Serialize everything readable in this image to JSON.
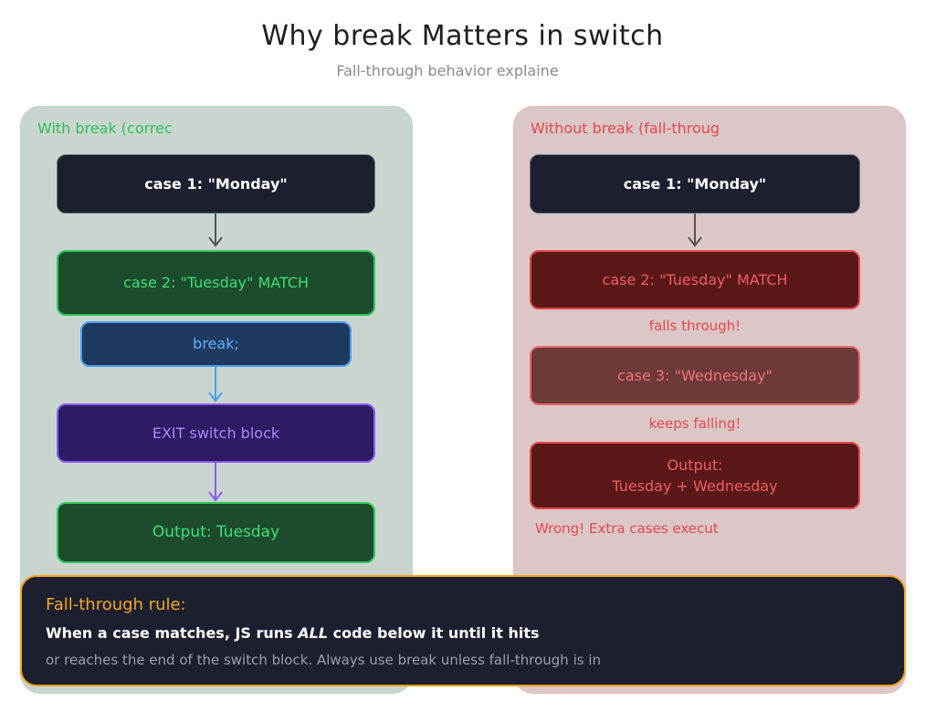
{
  "header": {
    "title": "Why break Matters in switch",
    "subtitle": "Fall-through behavior explaine"
  },
  "left_panel": {
    "label": "With break  (correc",
    "case1": "case 1:  \"Monday\"",
    "case2": "case 2:  \"Tuesday\"  MATCH",
    "break": "break;",
    "exit": "EXIT switch block",
    "output": "Output: Tuesday"
  },
  "right_panel": {
    "label": "Without break  (fall-throug",
    "case1": "case 1:  \"Monday\"",
    "case2": "case 2:  \"Tuesday\"  MATCH",
    "note1": "falls through!",
    "case3": "case 3:  \"Wednesday\"",
    "note2": "keeps falling!",
    "output_line1": "Output:",
    "output_line2": "Tuesday + Wednesday",
    "warning": "Wrong! Extra cases execut"
  },
  "rule": {
    "title": "Fall-through rule:",
    "line1_pre": "When a case matches, JS runs ",
    "line1_em": "ALL",
    "line1_post": " code below it until it hits",
    "line2": "or reaches the end of the switch block.  Always use break unless fall-through is in"
  },
  "colors": {
    "green": "#32c75c",
    "red": "#e5484d",
    "blue": "#4a9eef",
    "purple": "#8b5cf6",
    "orange": "#f2a21b",
    "dark": "#1c1f2e"
  }
}
